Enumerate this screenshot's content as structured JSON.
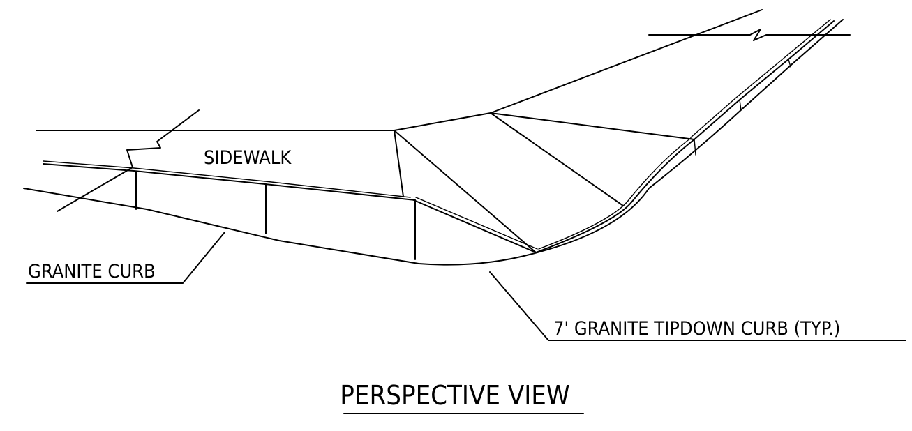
{
  "drawing": {
    "labels": {
      "sidewalk": "SIDEWALK",
      "granite_curb": "GRANITE CURB",
      "tipdown_curb": "7' GRANITE TIPDOWN CURB (TYP.)"
    },
    "title": "PERSPECTIVE VIEW",
    "colors": {
      "line": "#000000",
      "background": "#ffffff"
    }
  }
}
